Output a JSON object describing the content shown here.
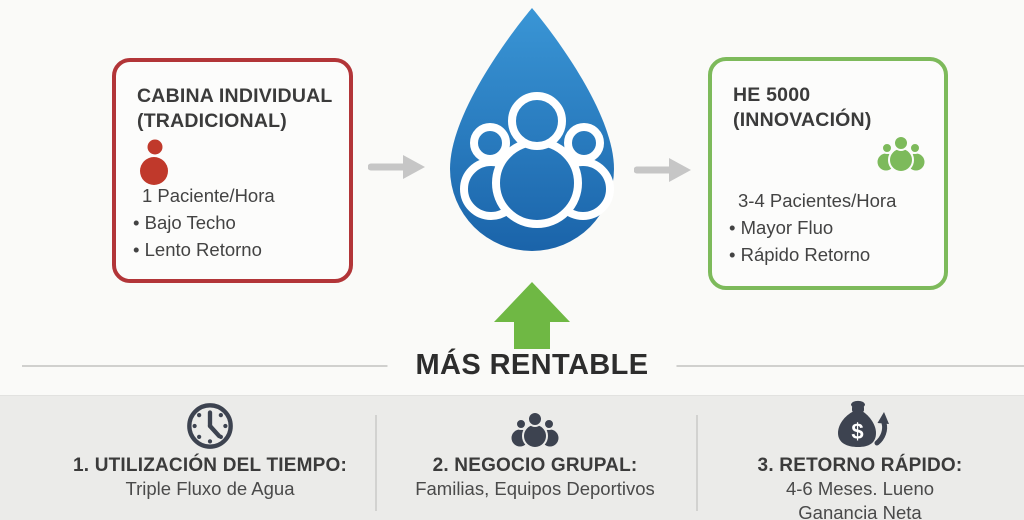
{
  "comparison": {
    "left": {
      "title_line1": "CABINA INDIVIDUAL",
      "title_line2": "(TRADICIONAL)",
      "items": [
        "1 Paciente/Hora",
        "• Bajo Techo",
        "• Lento Retorno"
      ],
      "icon": "single-patient-icon"
    },
    "right": {
      "title_line1": "HE 5000",
      "title_line2": "(INNOVACIÓN)",
      "items": [
        "3-4 Pacientes/Hora",
        "• Mayor Fluo",
        "• Rápido Retorno"
      ],
      "icon": "group-patients-icon"
    },
    "center_icon": "water-drop-group-icon",
    "center_label": "MÁS RENTABLE"
  },
  "footer": {
    "items": [
      {
        "icon": "clock-icon",
        "title": "1. UTILIZACIÓN DEL TIEMPO:",
        "line1": "Triple Fluxo de Agua"
      },
      {
        "icon": "people-group-icon",
        "title": "2. NEGOCIO GRUPAL:",
        "line1": "Familias, Equipos Deportivos"
      },
      {
        "icon": "money-bag-icon",
        "title": "3. RETORNO RÁPIDO:",
        "line1": "4-6 Meses. Lueno",
        "line2": "Ganancia Neta"
      }
    ]
  },
  "colors": {
    "red_border": "#b23538",
    "red_icon": "#c0392b",
    "green_border": "#7dba5b",
    "green_icon": "#7dba5b",
    "green_arrow": "#6fb844",
    "drop_blue_top": "#3a96d6",
    "drop_blue_bottom": "#1a63a9",
    "gray_arrow": "#c6c6c6",
    "footer_icon": "#3d4350"
  }
}
